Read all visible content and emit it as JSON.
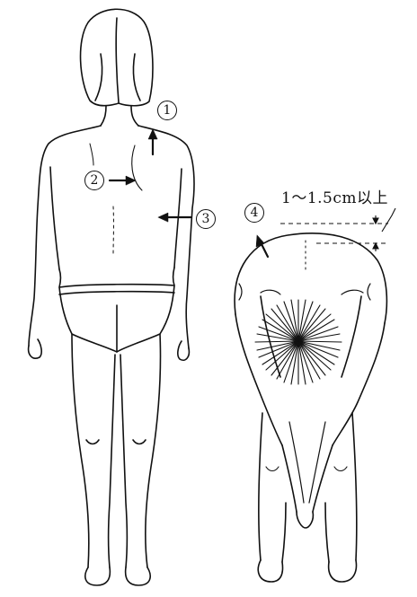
{
  "markers": {
    "m1": "1",
    "m2": "2",
    "m3": "3",
    "m4": "4"
  },
  "measurement": {
    "text": "1～1.5cm以上"
  },
  "colors": {
    "ink": "#111111",
    "paper": "#ffffff"
  }
}
